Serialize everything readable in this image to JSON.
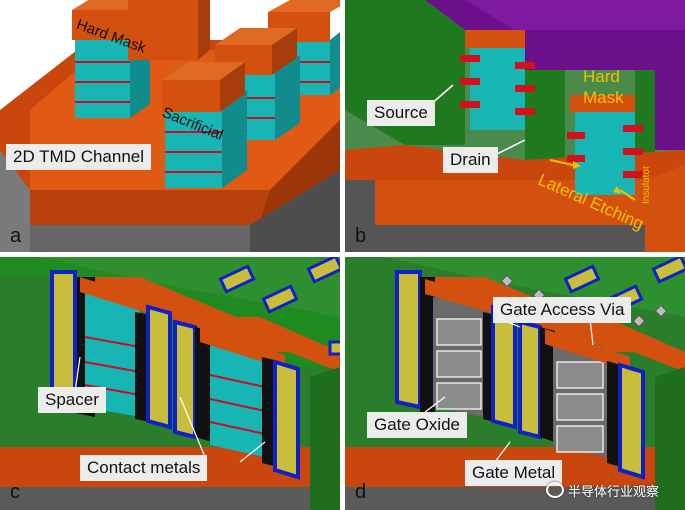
{
  "panels": {
    "a": {
      "label": "a",
      "hard_mask": "Hard Mask",
      "sacrificial": "Sacrificial",
      "channel": "2D TMD Channel"
    },
    "b": {
      "label": "b",
      "source": "Source",
      "drain": "Drain",
      "hard_mask": "Hard\nMask",
      "lateral_etching": "Lateral Etching",
      "insulator": "Insulator"
    },
    "c": {
      "label": "c",
      "spacer": "Spacer",
      "contact_metals": "Contact metals"
    },
    "d": {
      "label": "d",
      "gate_access_via": "Gate Access Via",
      "gate_oxide": "Gate Oxide",
      "gate_metal": "Gate Metal"
    }
  },
  "watermark": "半导体行业观察",
  "colors": {
    "orange": "#d4500f",
    "cyan": "#18b5b5",
    "green": "#1f7a1f",
    "purple": "#6b0f8a",
    "gray": "#555555",
    "red": "#d4101c",
    "blue": "#1020c8",
    "olive": "#c8be3c"
  }
}
